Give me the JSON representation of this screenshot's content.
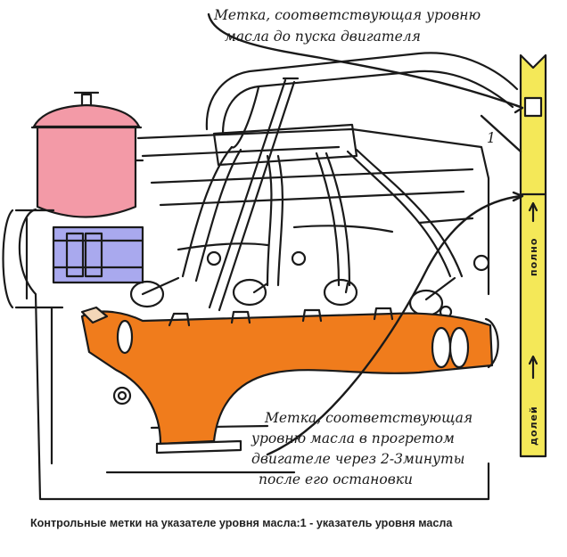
{
  "labels": {
    "top_line1": "Метка, соответствующая уровню",
    "top_line2": "масла до пуска двигателя",
    "number": "1",
    "bottom_line1": "Метка, соответствующая",
    "bottom_line2": "уровню масла в прогретом",
    "bottom_line3": "двигателе через 2-3минуты",
    "bottom_line4": "после его остановки",
    "full": "полно",
    "low": "долей"
  },
  "caption": "Контрольные метки на указателе уровня масла:1 - указатель уровня масла",
  "colors": {
    "dipstick": "#f4e858",
    "manifold": "#f07c1c",
    "filter": "#f39aa7",
    "pump": "#a9a9ee",
    "outline": "#1a1a1a"
  }
}
